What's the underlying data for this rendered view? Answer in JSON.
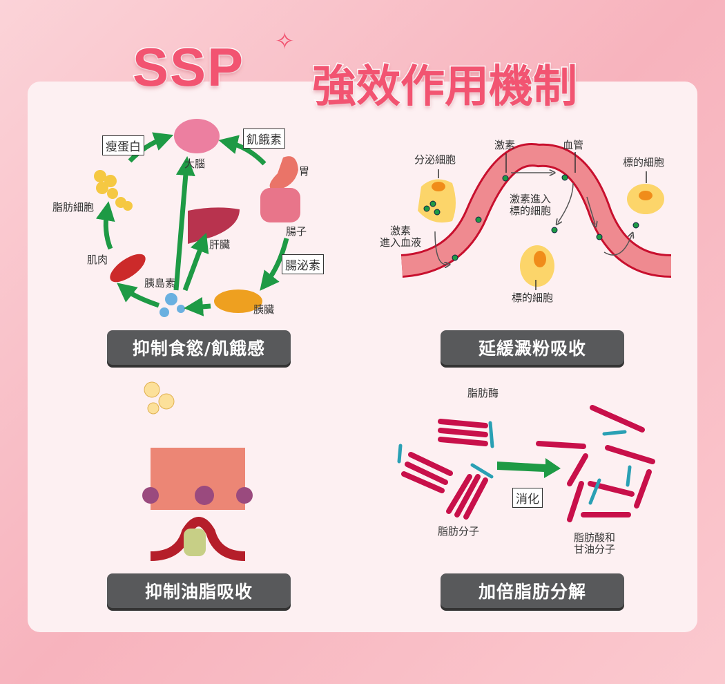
{
  "title": {
    "brand": "SSP",
    "heading": "強效作用機制"
  },
  "panel1": {
    "labels": {
      "brain": "大腦",
      "stomach": "胃",
      "intestine": "腸子",
      "liver": "肝臟",
      "pancreas": "胰臟",
      "muscle": "肌肉",
      "fat_cells": "脂肪細胞",
      "insulin": "胰島素"
    },
    "boxes": {
      "leptin": "瘦蛋白",
      "ghrelin": "飢餓素",
      "incretin": "腸泌素"
    },
    "caption": "抑制食慾/飢餓感"
  },
  "panel2": {
    "labels": {
      "secretory_cell": "分泌細胞",
      "hormone": "激素",
      "vessel": "血管",
      "target_cell_right": "標的細胞",
      "hormone_enter_blood": "激素\n進入血液",
      "hormone_enter_target": "激素進入\n標的細胞",
      "target_cell_bottom": "標的細胞"
    },
    "caption": "延緩澱粉吸收"
  },
  "panel3": {
    "caption": "抑制油脂吸收"
  },
  "panel4": {
    "labels": {
      "lipase": "脂肪酶",
      "fat_molecule": "脂肪分子",
      "fatty_acid": "脂肪酸和\n甘油分子"
    },
    "box": "消化",
    "caption": "加倍脂肪分解"
  },
  "colors": {
    "accent": "#f25471",
    "arrow": "#1e9a45",
    "caption_bg": "#58595b",
    "vessel": "#c8102e"
  }
}
